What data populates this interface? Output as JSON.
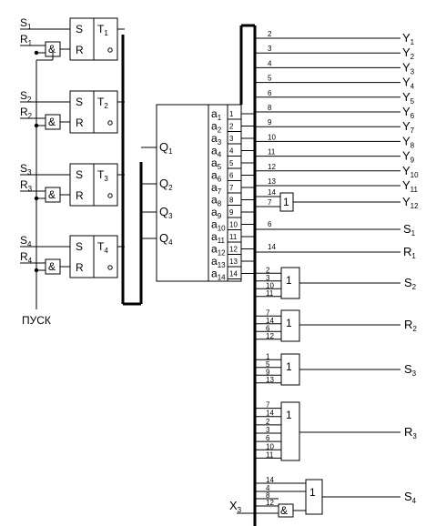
{
  "start_label": "ПУСК",
  "x_input": "X",
  "x_input_sub": "3",
  "triggers": [
    {
      "in_s": "S",
      "in_s_sub": "1",
      "in_r": "R",
      "in_r_sub": "1",
      "name": "T",
      "name_sub": "1",
      "pin_s": "S",
      "pin_r": "R"
    },
    {
      "in_s": "S",
      "in_s_sub": "2",
      "in_r": "R",
      "in_r_sub": "2",
      "name": "T",
      "name_sub": "2",
      "pin_s": "S",
      "pin_r": "R"
    },
    {
      "in_s": "S",
      "in_s_sub": "3",
      "in_r": "R",
      "in_r_sub": "3",
      "name": "T",
      "name_sub": "3",
      "pin_s": "S",
      "pin_r": "R"
    },
    {
      "in_s": "S",
      "in_s_sub": "4",
      "in_r": "R",
      "in_r_sub": "4",
      "name": "T",
      "name_sub": "4",
      "pin_s": "S",
      "pin_r": "R"
    }
  ],
  "and_symbol": "&",
  "or_symbol": "1",
  "decoder": {
    "inputs": [
      {
        "t": "Q",
        "s": "1"
      },
      {
        "t": "Q",
        "s": "2"
      },
      {
        "t": "Q",
        "s": "3"
      },
      {
        "t": "Q",
        "s": "4"
      }
    ],
    "outputs": [
      {
        "t": "a",
        "s": "1",
        "n": "1"
      },
      {
        "t": "a",
        "s": "2",
        "n": "2"
      },
      {
        "t": "a",
        "s": "3",
        "n": "3"
      },
      {
        "t": "a",
        "s": "4",
        "n": "4"
      },
      {
        "t": "a",
        "s": "5",
        "n": "5"
      },
      {
        "t": "a",
        "s": "6",
        "n": "6"
      },
      {
        "t": "a",
        "s": "7",
        "n": "7"
      },
      {
        "t": "a",
        "s": "8",
        "n": "8"
      },
      {
        "t": "a",
        "s": "9",
        "n": "9"
      },
      {
        "t": "a",
        "s": "10",
        "n": "10"
      },
      {
        "t": "a",
        "s": "11",
        "n": "11"
      },
      {
        "t": "a",
        "s": "12",
        "n": "12"
      },
      {
        "t": "a",
        "s": "13",
        "n": "13"
      },
      {
        "t": "a",
        "s": "14",
        "n": "14"
      }
    ]
  },
  "y_outputs": [
    {
      "wire": "2",
      "t": "Y",
      "s": "1"
    },
    {
      "wire": "3",
      "t": "Y",
      "s": "2"
    },
    {
      "wire": "4",
      "t": "Y",
      "s": "3"
    },
    {
      "wire": "5",
      "t": "Y",
      "s": "4"
    },
    {
      "wire": "6",
      "t": "Y",
      "s": "5"
    },
    {
      "wire": "8",
      "t": "Y",
      "s": "6"
    },
    {
      "wire": "9",
      "t": "Y",
      "s": "7"
    },
    {
      "wire": "10",
      "t": "Y",
      "s": "8"
    },
    {
      "wire": "11",
      "t": "Y",
      "s": "9"
    },
    {
      "wire": "12",
      "t": "Y",
      "s": "10"
    },
    {
      "wire": "13",
      "t": "Y",
      "s": "11"
    }
  ],
  "y12": {
    "inputs": [
      "14",
      "7"
    ],
    "t": "Y",
    "s": "12"
  },
  "s1_wire": {
    "wire": "6",
    "t": "S",
    "s": "1"
  },
  "r1_wire": {
    "wire": "14",
    "t": "R",
    "s": "1"
  },
  "or_gates": [
    {
      "inputs": [
        "2",
        "3",
        "10",
        "11"
      ],
      "t": "S",
      "s": "2"
    },
    {
      "inputs": [
        "7",
        "14",
        "6",
        "12"
      ],
      "t": "R",
      "s": "2"
    },
    {
      "inputs": [
        "1",
        "5",
        "9",
        "13"
      ],
      "t": "S",
      "s": "3"
    },
    {
      "inputs": [
        "7",
        "14",
        "2",
        "3",
        "6",
        "10",
        "11"
      ],
      "t": "R",
      "s": "3"
    }
  ],
  "s4_gate": {
    "inputs": [
      "14",
      "4",
      "8",
      "12"
    ],
    "t": "S",
    "s": "4"
  }
}
